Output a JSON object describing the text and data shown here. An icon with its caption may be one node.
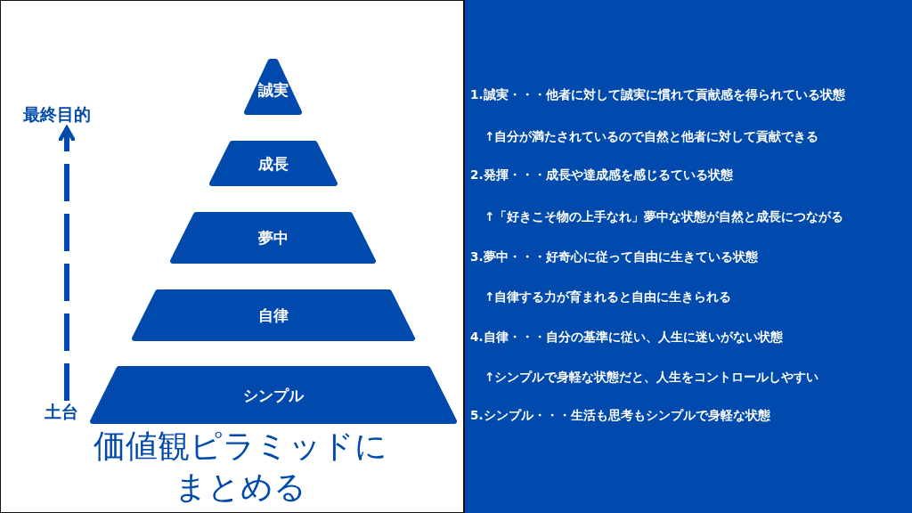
{
  "diagram": {
    "title": "価値観ピラミッドにまとめる",
    "nodes": [
      {
        "text": [
          "誠実"
        ]
      },
      {
        "text": [
          "成長"
        ]
      },
      {
        "text": [
          "夢中"
        ]
      },
      {
        "text": [
          "自律"
        ]
      },
      {
        "text": [
          "シンプル"
        ]
      },
      {
        "text": [
          "土台"
        ]
      },
      {
        "text": [
          "最終目的"
        ]
      }
    ],
    "edges": [
      {
        "from": 5,
        "to": 6,
        "arrow": "to",
        "style": "dashed"
      }
    ],
    "labels": [
      "1.誠実・・・他者に対して誠実に慣れて貢献感を得られている状態",
      "↑自分が満たされているので自然と他者に対して貢献できる",
      "2.発揮・・・成長や達成感を感じるている状態",
      "↑「好きこそ物の上手なれ」夢中な状態が自然と成長につながる",
      "3.夢中・・・好奇心に従って自由に生きている状態",
      "↑自律する力が育まれると自由に生きられる",
      "4.自律・・・自分の基準に従い、人生に迷いがない状態",
      "↑シンプルで身軽な状態だと、人生をコントロールしやすい",
      "5.シンプル・・・生活も思考もシンプルで身軽な状態"
    ]
  }
}
